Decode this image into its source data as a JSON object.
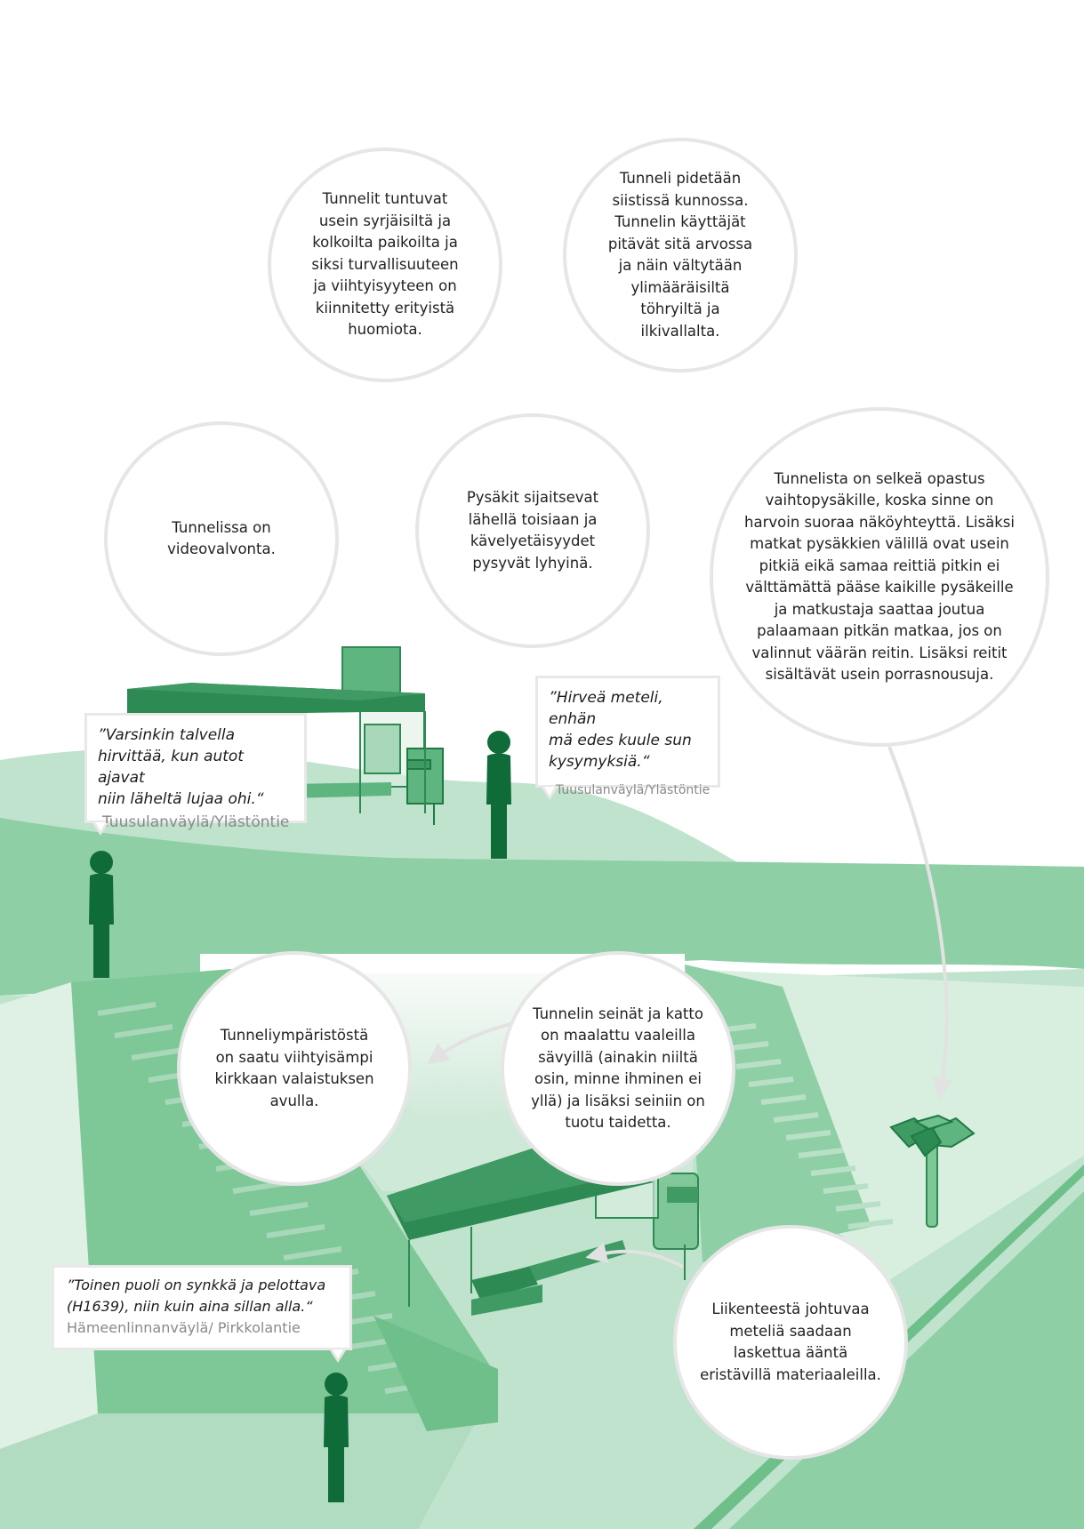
{
  "colors": {
    "light": "#bfe3cc",
    "pale": "#dff0e5",
    "mid": "#8fcfa6",
    "midDark": "#6fbf8b",
    "dark": "#2e8a53",
    "figure": "#0f6b38",
    "bubbleBorder": "#e6e6e6"
  },
  "bubbles": {
    "b1": "Tunnelit tuntuvat\nusein syrjäisiltä  ja\nkolkoilta paikoilta ja\nsiksi turvallisuuteen\nja viihtyisyyteen on\nkiinnitetty erityistä\nhuomiota.",
    "b2": "Tunneli pidetään\nsiistissä kunnossa.\nTunnelin käyttäjät\npitävät sitä arvossa\nja näin vältytään\nylimääräisiltä\ntöhryiltä ja\nilkivallalta.",
    "b3": "Tunnelissa on\nvideovalvonta.",
    "b4": "Pysäkit sijaitsevat\nlähellä toisiaan ja\nkävelyetäisyydet\npysyvät lyhyinä.",
    "b5": "Tunnelista on selkeä opastus\nvaihtopysäkille, koska sinne on\nharvoin suoraa näköyhteyttä. Lisäksi\nmatkat pysäkkien välillä ovat usein\npitkiä eikä samaa reittiä pitkin ei\nvälttämättä pääse kaikille pysäkeille\nja matkustaja saattaa joutua\npalaamaan pitkän matkaa, jos on\nvalinnut väärän reitin. Lisäksi reitit\nsisältävät usein porrasnousuja.",
    "b6": "Tunneliympäristöstä\non saatu viihtyisämpi\nkirkkaan valaistuksen\navulla.",
    "b7": "Tunnelin seinät ja katto\non maalattu vaaleilla\nsävyillä (ainakin niiltä\nosin, minne ihminen ei\nyllä)  ja lisäksi seiniin on\ntuotu taidetta.",
    "b8": "Liikenteestä johtuvaa\nmeteliä saadaan\nlaskettua ääntä\neristävillä materiaaleilla."
  },
  "quotes": {
    "q1": {
      "text": "”Varsinkin talvella\nhirvittää, kun autot ajavat\nniin läheltä lujaa ohi.“",
      "source": "Tuusulanväylä/Ylästöntie"
    },
    "q2": {
      "text": "”Hirveä meteli, enhän\nmä edes kuule sun\nkysymyksiä.“",
      "source": "Tuusulanväylä/Ylästöntie"
    },
    "q3": {
      "text": "”Toinen puoli on synkkä ja pelottava\n(H1639), niin kuin aina sillan alla.“",
      "source": "Hämeenlinnanväylä/ Pirkkolantie"
    }
  }
}
